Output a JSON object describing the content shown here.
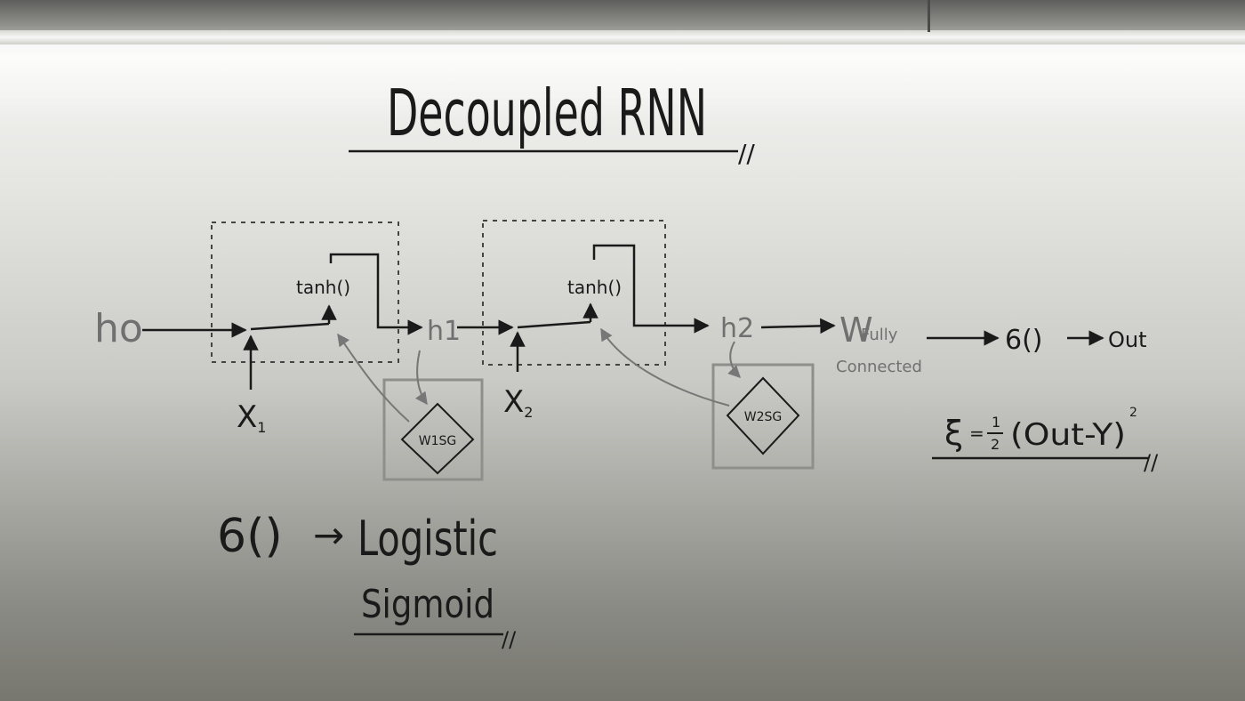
{
  "title": "Decoupled RNN",
  "state_labels": {
    "h0": "ho",
    "h1": "h1",
    "h2": "h2"
  },
  "inputs": {
    "x1": "X1",
    "x2": "X2"
  },
  "activation_labels": {
    "cell1": "tanh()",
    "cell2": "tanh()"
  },
  "synthetic_gradient_modules": {
    "m1": "W1SG",
    "m2": "W2SG"
  },
  "fully_connected": {
    "w": "W",
    "sub": "Fully",
    "line2": "Connected"
  },
  "output_chain": {
    "sigma": "6()",
    "out": "Out"
  },
  "loss": {
    "symbol": "ξ",
    "equals": "=",
    "half_num": "1",
    "half_den": "2",
    "expr": "(Out-Y)",
    "exp": "2"
  },
  "legend": {
    "sigma": "6()",
    "arrow": "→",
    "word1": "Logistic",
    "word2": "Sigmoid"
  },
  "ink_color": "#1a1a1a",
  "pencil_color": "#777777",
  "box_color": "#8e8e8a"
}
